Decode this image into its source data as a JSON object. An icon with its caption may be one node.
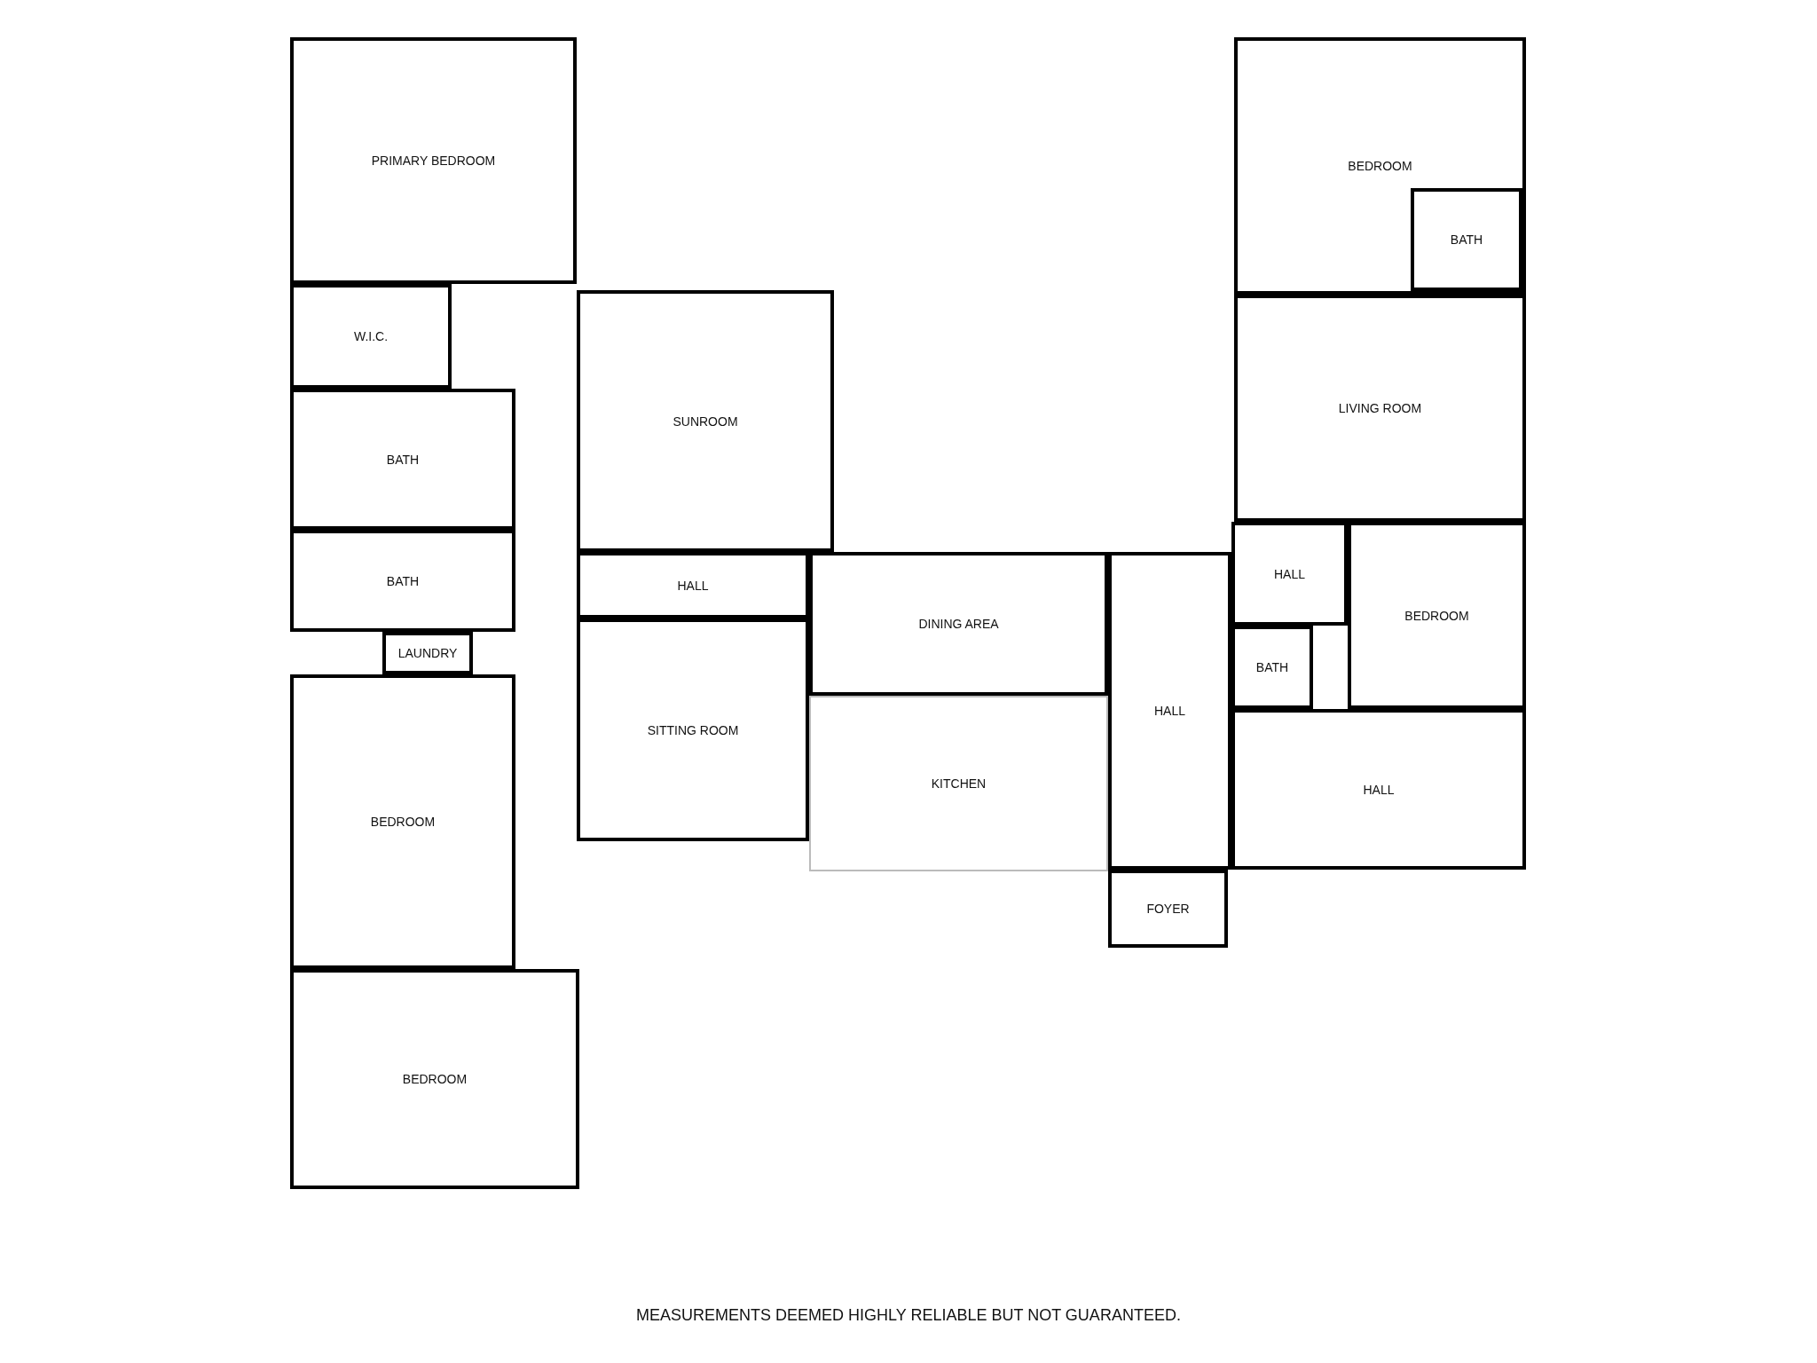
{
  "diagram": {
    "caption": "MEASUREMENTS DEEMED HIGHLY RELIABLE BUT NOT GUARANTEED.",
    "nodes": [
      {
        "text": [
          "PRIMARY BEDROOM"
        ]
      },
      {
        "text": [
          "W.I.C."
        ]
      },
      {
        "text": [
          "BATH"
        ]
      },
      {
        "text": [
          "BATH"
        ]
      },
      {
        "text": [
          "LAUNDRY"
        ]
      },
      {
        "text": [
          "BEDROOM"
        ]
      },
      {
        "text": [
          "BEDROOM"
        ]
      },
      {
        "text": [
          "SUNROOM"
        ]
      },
      {
        "text": [
          "HALL"
        ]
      },
      {
        "text": [
          "SITTING ROOM"
        ]
      },
      {
        "text": [
          "DINING AREA"
        ]
      },
      {
        "text": [
          "KITCHEN"
        ]
      },
      {
        "text": [
          "HALL"
        ]
      },
      {
        "text": [
          "FOYER"
        ]
      },
      {
        "text": [
          "BEDROOM"
        ]
      },
      {
        "text": [
          "BATH"
        ],
        "in": 14
      },
      {
        "text": [
          "LIVING ROOM"
        ]
      },
      {
        "text": [
          "HALL"
        ]
      },
      {
        "text": [
          "BEDROOM"
        ]
      },
      {
        "text": [
          "BATH"
        ]
      },
      {
        "text": [
          "HALL"
        ]
      }
    ],
    "edges": []
  }
}
